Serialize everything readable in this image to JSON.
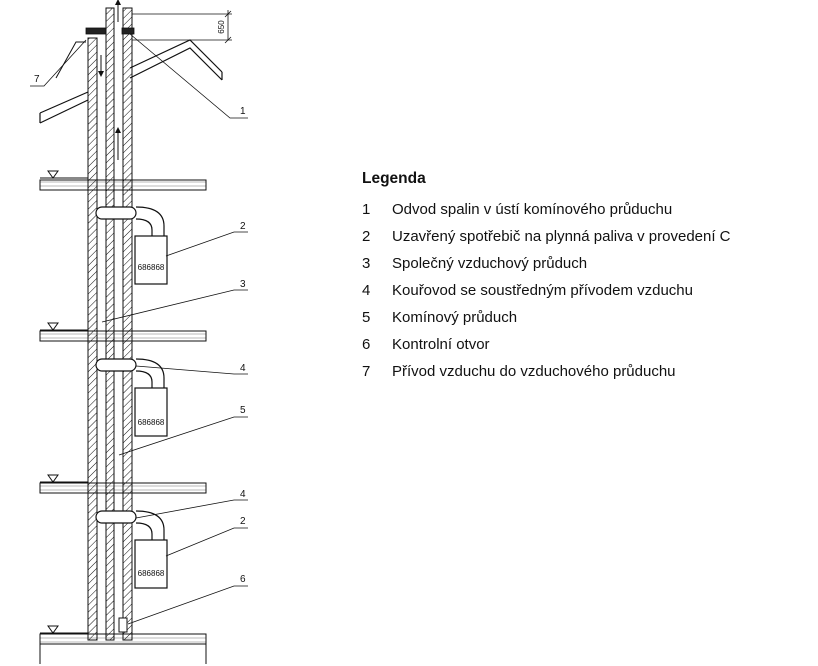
{
  "legend": {
    "title": "Legenda",
    "items": [
      {
        "num": "1",
        "text": "Odvod spalin v ústí komínového průduchu"
      },
      {
        "num": "2",
        "text": "Uzavřený spotřebič na plynná paliva v provedení C"
      },
      {
        "num": "3",
        "text": "Společný vzduchový průduch"
      },
      {
        "num": "4",
        "text": "Kouřovod se soustředným přívodem vzduchu"
      },
      {
        "num": "5",
        "text": "Komínový průduch"
      },
      {
        "num": "6",
        "text": "Kontrolní otvor"
      },
      {
        "num": "7",
        "text": "Přívod vzduchu do vzduchového průduchu"
      }
    ]
  },
  "drawing": {
    "dimension_label": "650",
    "callouts": {
      "c1": "1",
      "c2a": "2",
      "c2b": "2",
      "c3": "3",
      "c4a": "4",
      "c4b": "4",
      "c5": "5",
      "c6": "6",
      "c7": "7"
    },
    "appliance_marks": [
      "686868",
      "686868",
      "686868"
    ]
  }
}
